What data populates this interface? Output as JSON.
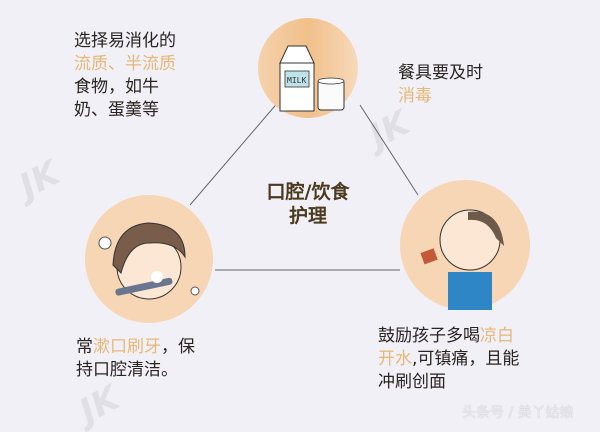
{
  "center_title": {
    "line1": "口腔/饮食",
    "line2": "护理"
  },
  "top_left": {
    "line1": "选择易消化的",
    "line2_hl": "流质、半流质",
    "line3": "食物，如牛",
    "line4": "奶、蛋羹等"
  },
  "top_right": {
    "line1": "餐具要及时",
    "line2_hl": "消毒"
  },
  "bottom_left": {
    "pre": "常",
    "hl": "漱口刷牙",
    "post": "，保",
    "line2": "持口腔清洁。"
  },
  "bottom_right": {
    "line1_pre": "鼓励孩子多喝",
    "line1_hl": "凉白",
    "line2_hl": "开水",
    "line2_post": ",可镇痛，且能",
    "line3": "冲刷创面"
  },
  "illustrations": {
    "milk_label": "MILK",
    "top": "milk-carton-and-glass",
    "left": "child-brushing-teeth",
    "right": "child-drinking-water"
  },
  "watermark": "JK",
  "footer": "头条号 / 美丫姑娘",
  "colors": {
    "background": "#f1f0f7",
    "circle": "#f6d6b4",
    "highlight": "#e6b878",
    "text": "#2a2420",
    "center_text": "#4a3a1e"
  }
}
